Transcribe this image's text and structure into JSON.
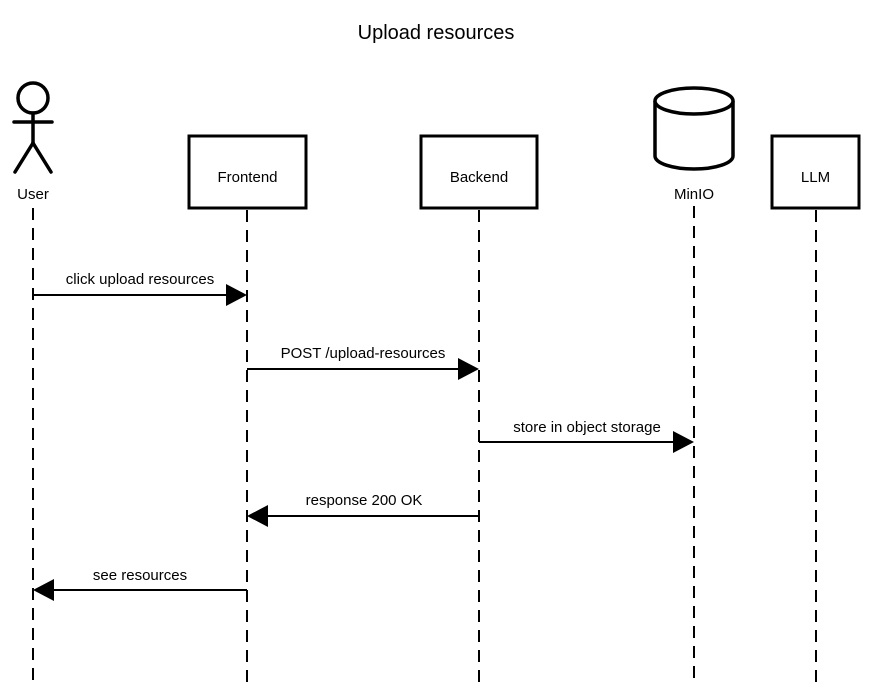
{
  "diagram": {
    "title": "Upload resources",
    "participants": [
      {
        "id": "user",
        "label": "User",
        "shape": "actor"
      },
      {
        "id": "frontend",
        "label": "Frontend",
        "shape": "box"
      },
      {
        "id": "backend",
        "label": "Backend",
        "shape": "box"
      },
      {
        "id": "minio",
        "label": "MinIO",
        "shape": "database"
      },
      {
        "id": "llm",
        "label": "LLM",
        "shape": "box"
      }
    ],
    "messages": [
      {
        "from": "user",
        "to": "frontend",
        "label": "click upload resources"
      },
      {
        "from": "frontend",
        "to": "backend",
        "label": "POST /upload-resources"
      },
      {
        "from": "backend",
        "to": "minio",
        "label": "store in object storage"
      },
      {
        "from": "backend",
        "to": "frontend",
        "label": "response 200 OK"
      },
      {
        "from": "frontend",
        "to": "user",
        "label": "see resources"
      }
    ]
  }
}
